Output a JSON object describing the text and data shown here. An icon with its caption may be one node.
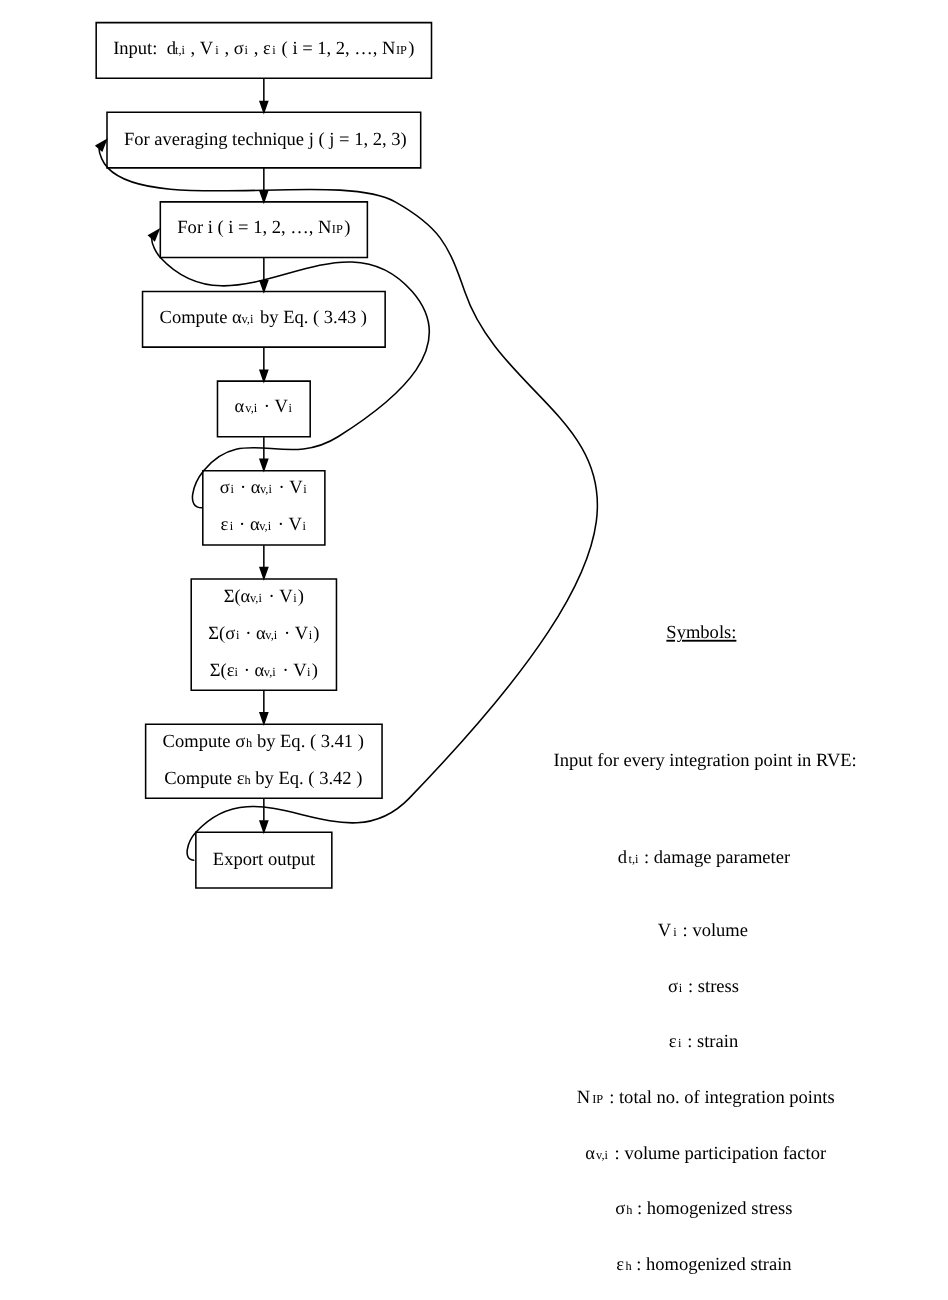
{
  "diagram": {
    "nodes": [
      {
        "text": [
          "Input:  d$_{t,i}$ , V$_{i}$ , σ$_{i}$ , ε$_{i}$ ( i = 1, 2, …, N$_{IP}$)"
        ]
      },
      {
        "text": [
          "For averaging technique j ( j = 1, 2, 3)"
        ]
      },
      {
        "text": [
          "For i ( i = 1, 2, …, N$_{IP}$)"
        ]
      },
      {
        "text": [
          "Compute α$_{v,i}$ by Eq. ( 3.43 )"
        ]
      },
      {
        "text": [
          "α$_{v,i}$ · V$_{i}$"
        ]
      },
      {
        "text": [
          "σ$_{i}$ · α$_{v,i}$ · V$_{i}$",
          "ε$_{i}$ · α$_{v,i}$ · V$_{i}$"
        ]
      },
      {
        "text": [
          "Σ(α$_{v,i}$ · V$_{i}$)",
          "Σ(σ$_{i}$ · α$_{v,i}$ · V$_{i}$)",
          "Σ(ε$_{i}$ · α$_{v,i}$ · V$_{i}$)"
        ]
      },
      {
        "text": [
          "Compute σ$_{h}$ by Eq. ( 3.41 )",
          "Compute ε$_{h}$ by Eq. ( 3.42 )"
        ]
      },
      {
        "text": [
          "Export output"
        ]
      }
    ],
    "edges": [
      {
        "from": 0,
        "to": 1,
        "arrow": "to"
      },
      {
        "from": 1,
        "to": 2,
        "arrow": "to"
      },
      {
        "from": 2,
        "to": 3,
        "arrow": "to"
      },
      {
        "from": 3,
        "to": 4,
        "arrow": "to"
      },
      {
        "from": 4,
        "to": 5,
        "arrow": "to"
      },
      {
        "from": 5,
        "to": 2,
        "arrow": "to"
      },
      {
        "from": 5,
        "to": 6,
        "arrow": "to"
      },
      {
        "from": 6,
        "to": 7,
        "arrow": "to"
      },
      {
        "from": 7,
        "to": 8,
        "arrow": "to"
      },
      {
        "from": 8,
        "to": 1,
        "arrow": "to"
      }
    ],
    "labels": [
      "Symbols:",
      "Input for every integration point in RVE:",
      "d$_{t,i}$ : damage parameter",
      "V$_{i}$ : volume",
      "σ$_{i}$ : stress",
      "ε$_{i}$ : strain",
      "N$_{IP}$ : total no. of integration points",
      "α$_{v,i}$ : volume participation factor",
      "σ$_{h}$ : homogenized stress",
      "ε$_{h}$ : homogenized strain"
    ]
  }
}
